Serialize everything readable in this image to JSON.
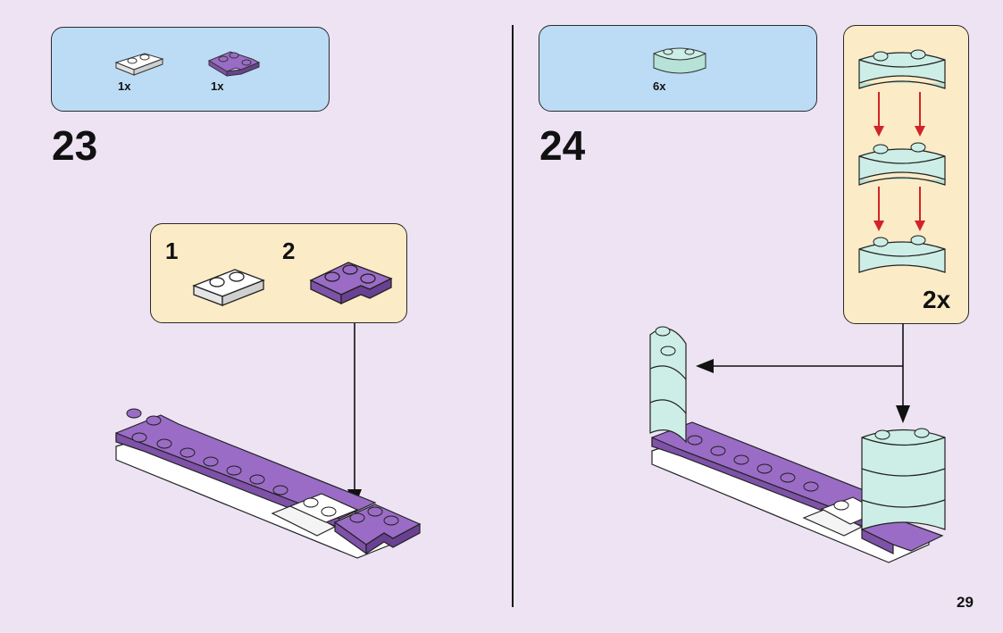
{
  "page_number": "29",
  "colors": {
    "background": "#ede3f3",
    "parts_box": "#bcdcf5",
    "subassembly_box": "#fbebc6",
    "purple_brick": "#9a6cc6",
    "white_brick": "#ffffff",
    "mint_brick": "#cdeee6",
    "arrow_red": "#d2232a"
  },
  "step23": {
    "number": "23",
    "parts": [
      {
        "icon": "white-plate-1x2-icon",
        "qty": "1x"
      },
      {
        "icon": "purple-corner-plate-icon",
        "qty": "1x"
      }
    ],
    "substeps": [
      {
        "number": "1",
        "icon": "white-plate-1x2-icon"
      },
      {
        "number": "2",
        "icon": "purple-corner-plate-icon"
      }
    ]
  },
  "step24": {
    "number": "24",
    "parts": [
      {
        "icon": "mint-curved-brick-icon",
        "qty": "6x"
      }
    ],
    "subassembly_multiplier": "2x"
  }
}
